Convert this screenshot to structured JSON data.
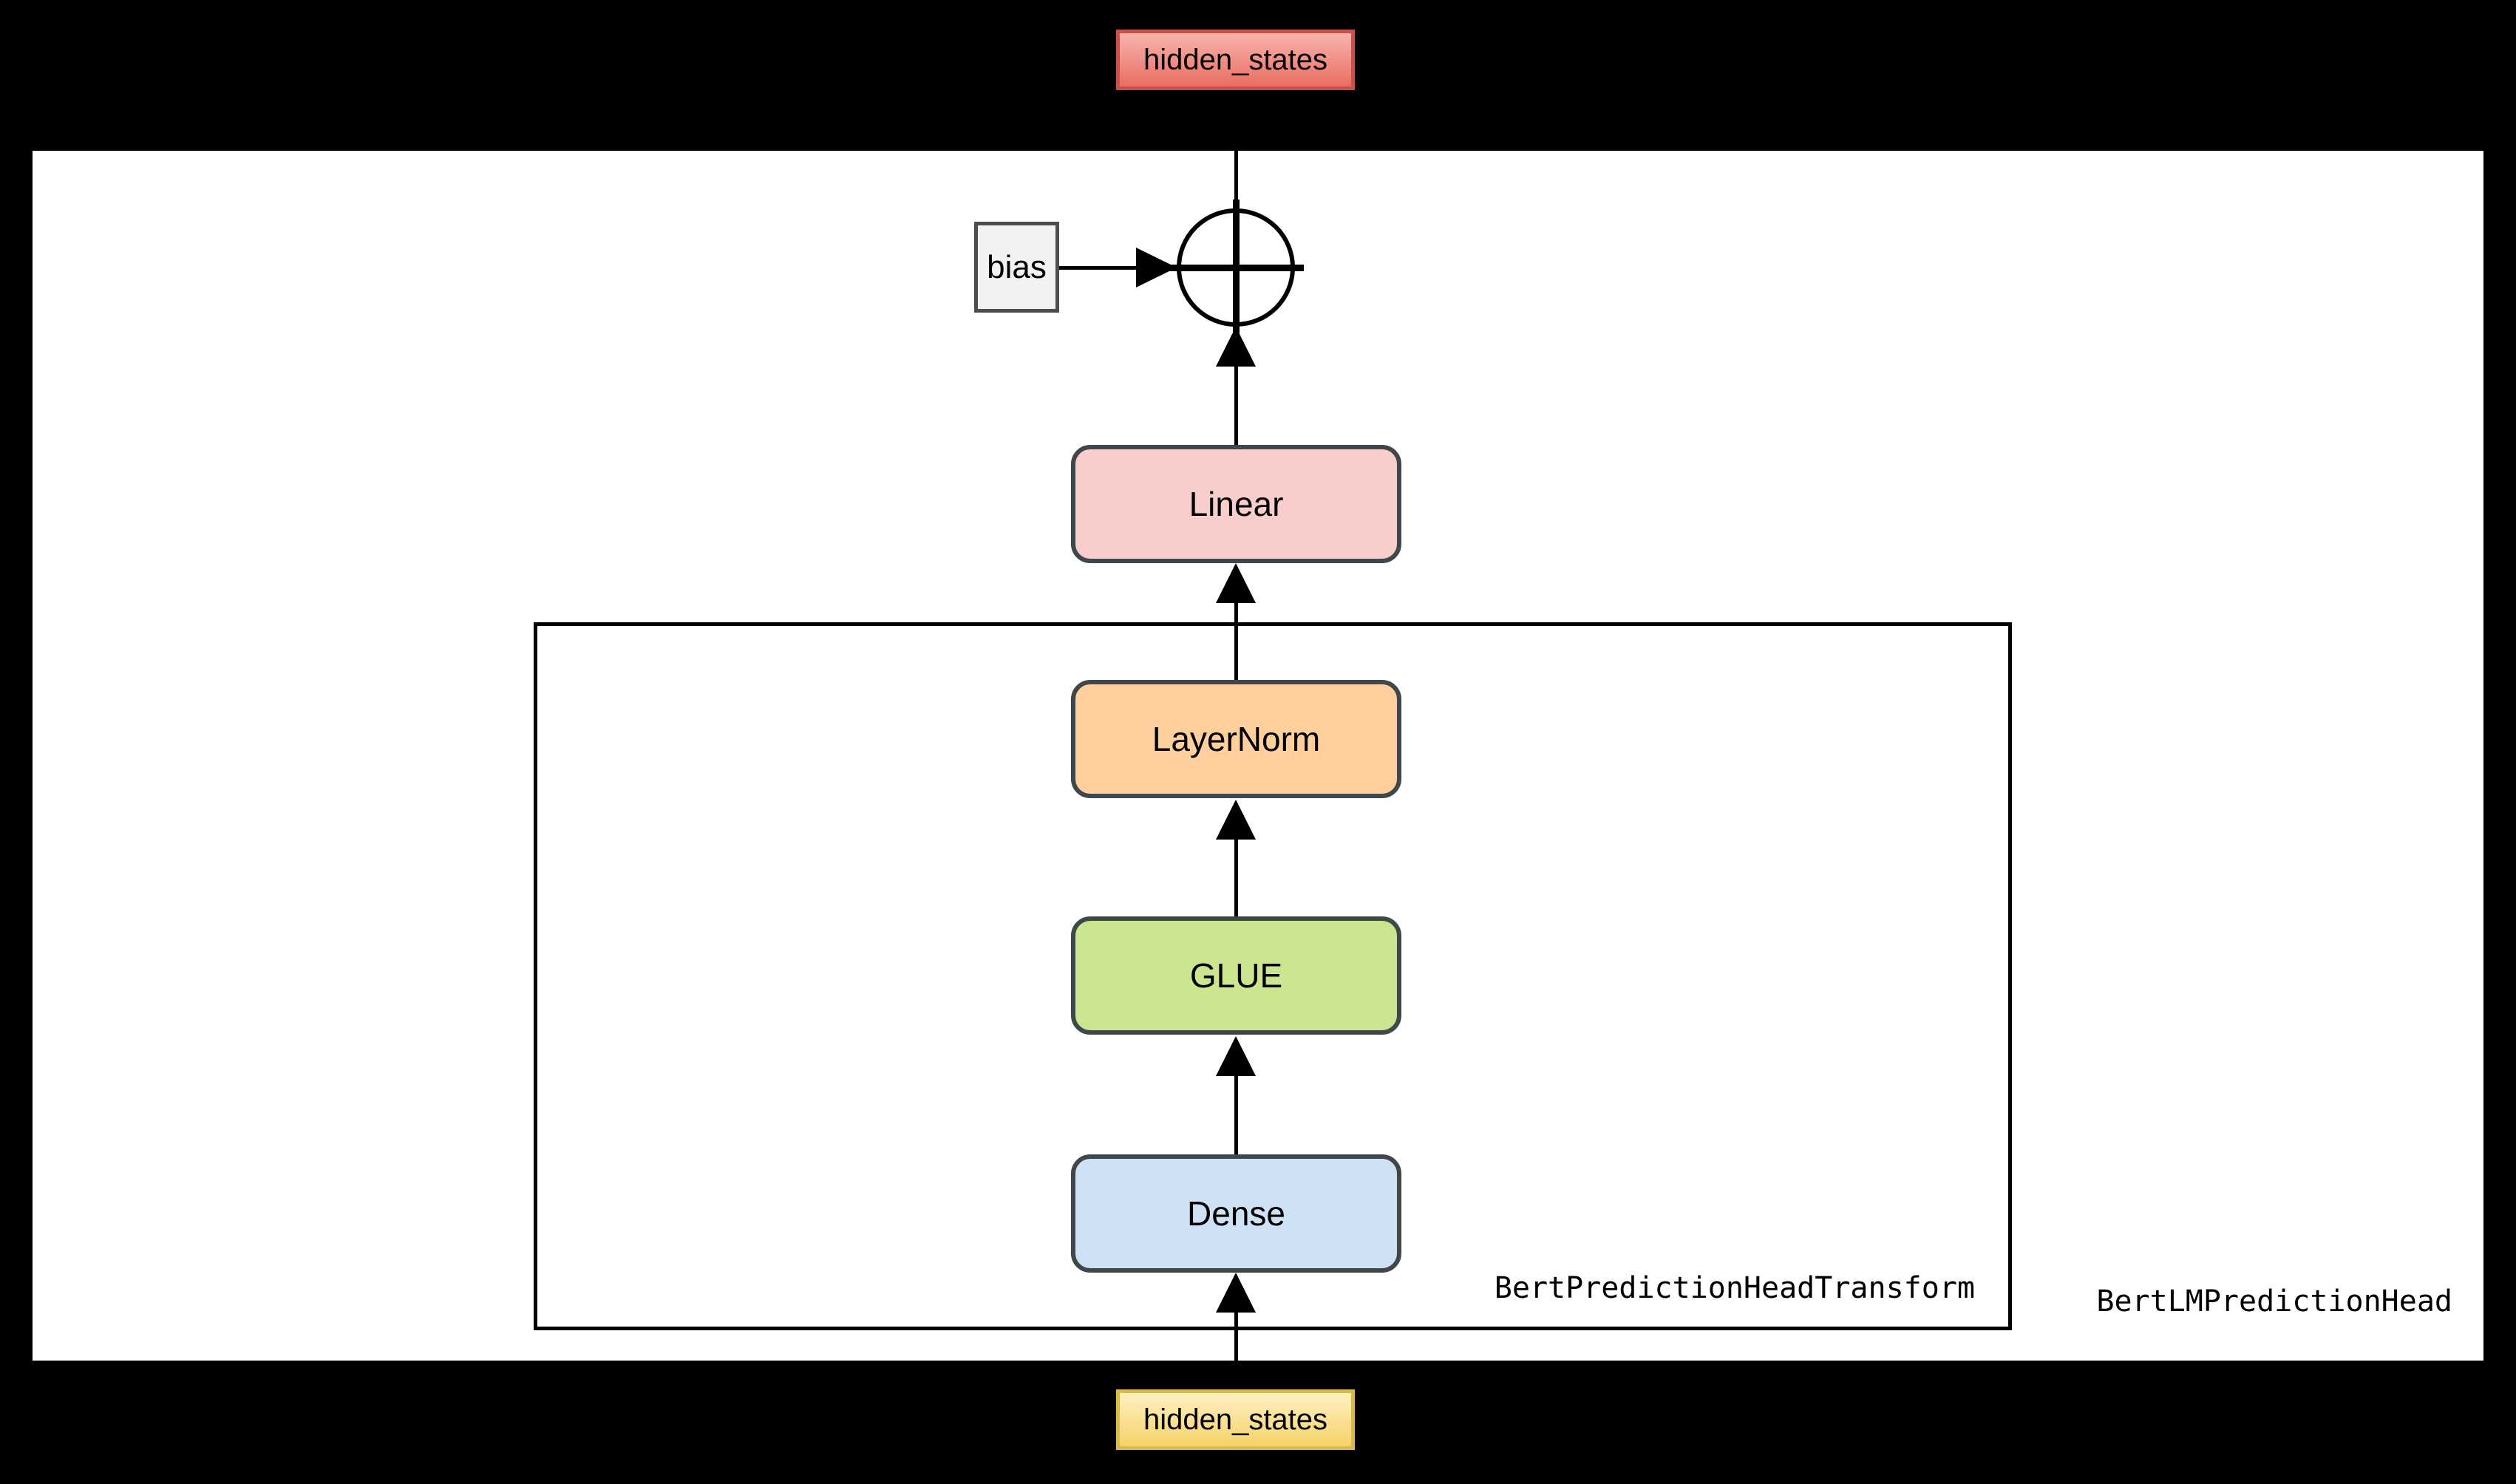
{
  "colors": {
    "page-bg": "#000000",
    "canvas-bg": "#ffffff",
    "line": "#000000",
    "text": "#000000",
    "red-top": "#f8b3ad",
    "red-bottom": "#ea6e61",
    "red-border": "#c2544c",
    "yellow-top": "#fdf0c2",
    "yellow-bottom": "#f7d26a",
    "yellow-border": "#d8b94f",
    "bias-fill": "#f2f2f2",
    "bias-border": "#4d4d4d",
    "block-border": "#3f474b",
    "linear-fill": "#f8cecc",
    "layernorm-fill": "#ffd09e",
    "glue-fill": "#cce58f",
    "dense-fill": "#cfe2f5"
  },
  "diagram": {
    "top_io": {
      "label": "hidden_states"
    },
    "bottom_io": {
      "label": "hidden_states"
    },
    "bias": {
      "label": "bias"
    },
    "add_node": {
      "icon": "circle-plus-icon"
    },
    "blocks": [
      {
        "id": "linear",
        "label": "Linear"
      },
      {
        "id": "layernorm",
        "label": "LayerNorm"
      },
      {
        "id": "glue",
        "label": "GLUE"
      },
      {
        "id": "dense",
        "label": "Dense"
      }
    ],
    "containers": {
      "transform_label": "BertPredictionHeadTransform",
      "lm_head_label": "BertLMPredictionHead"
    }
  }
}
